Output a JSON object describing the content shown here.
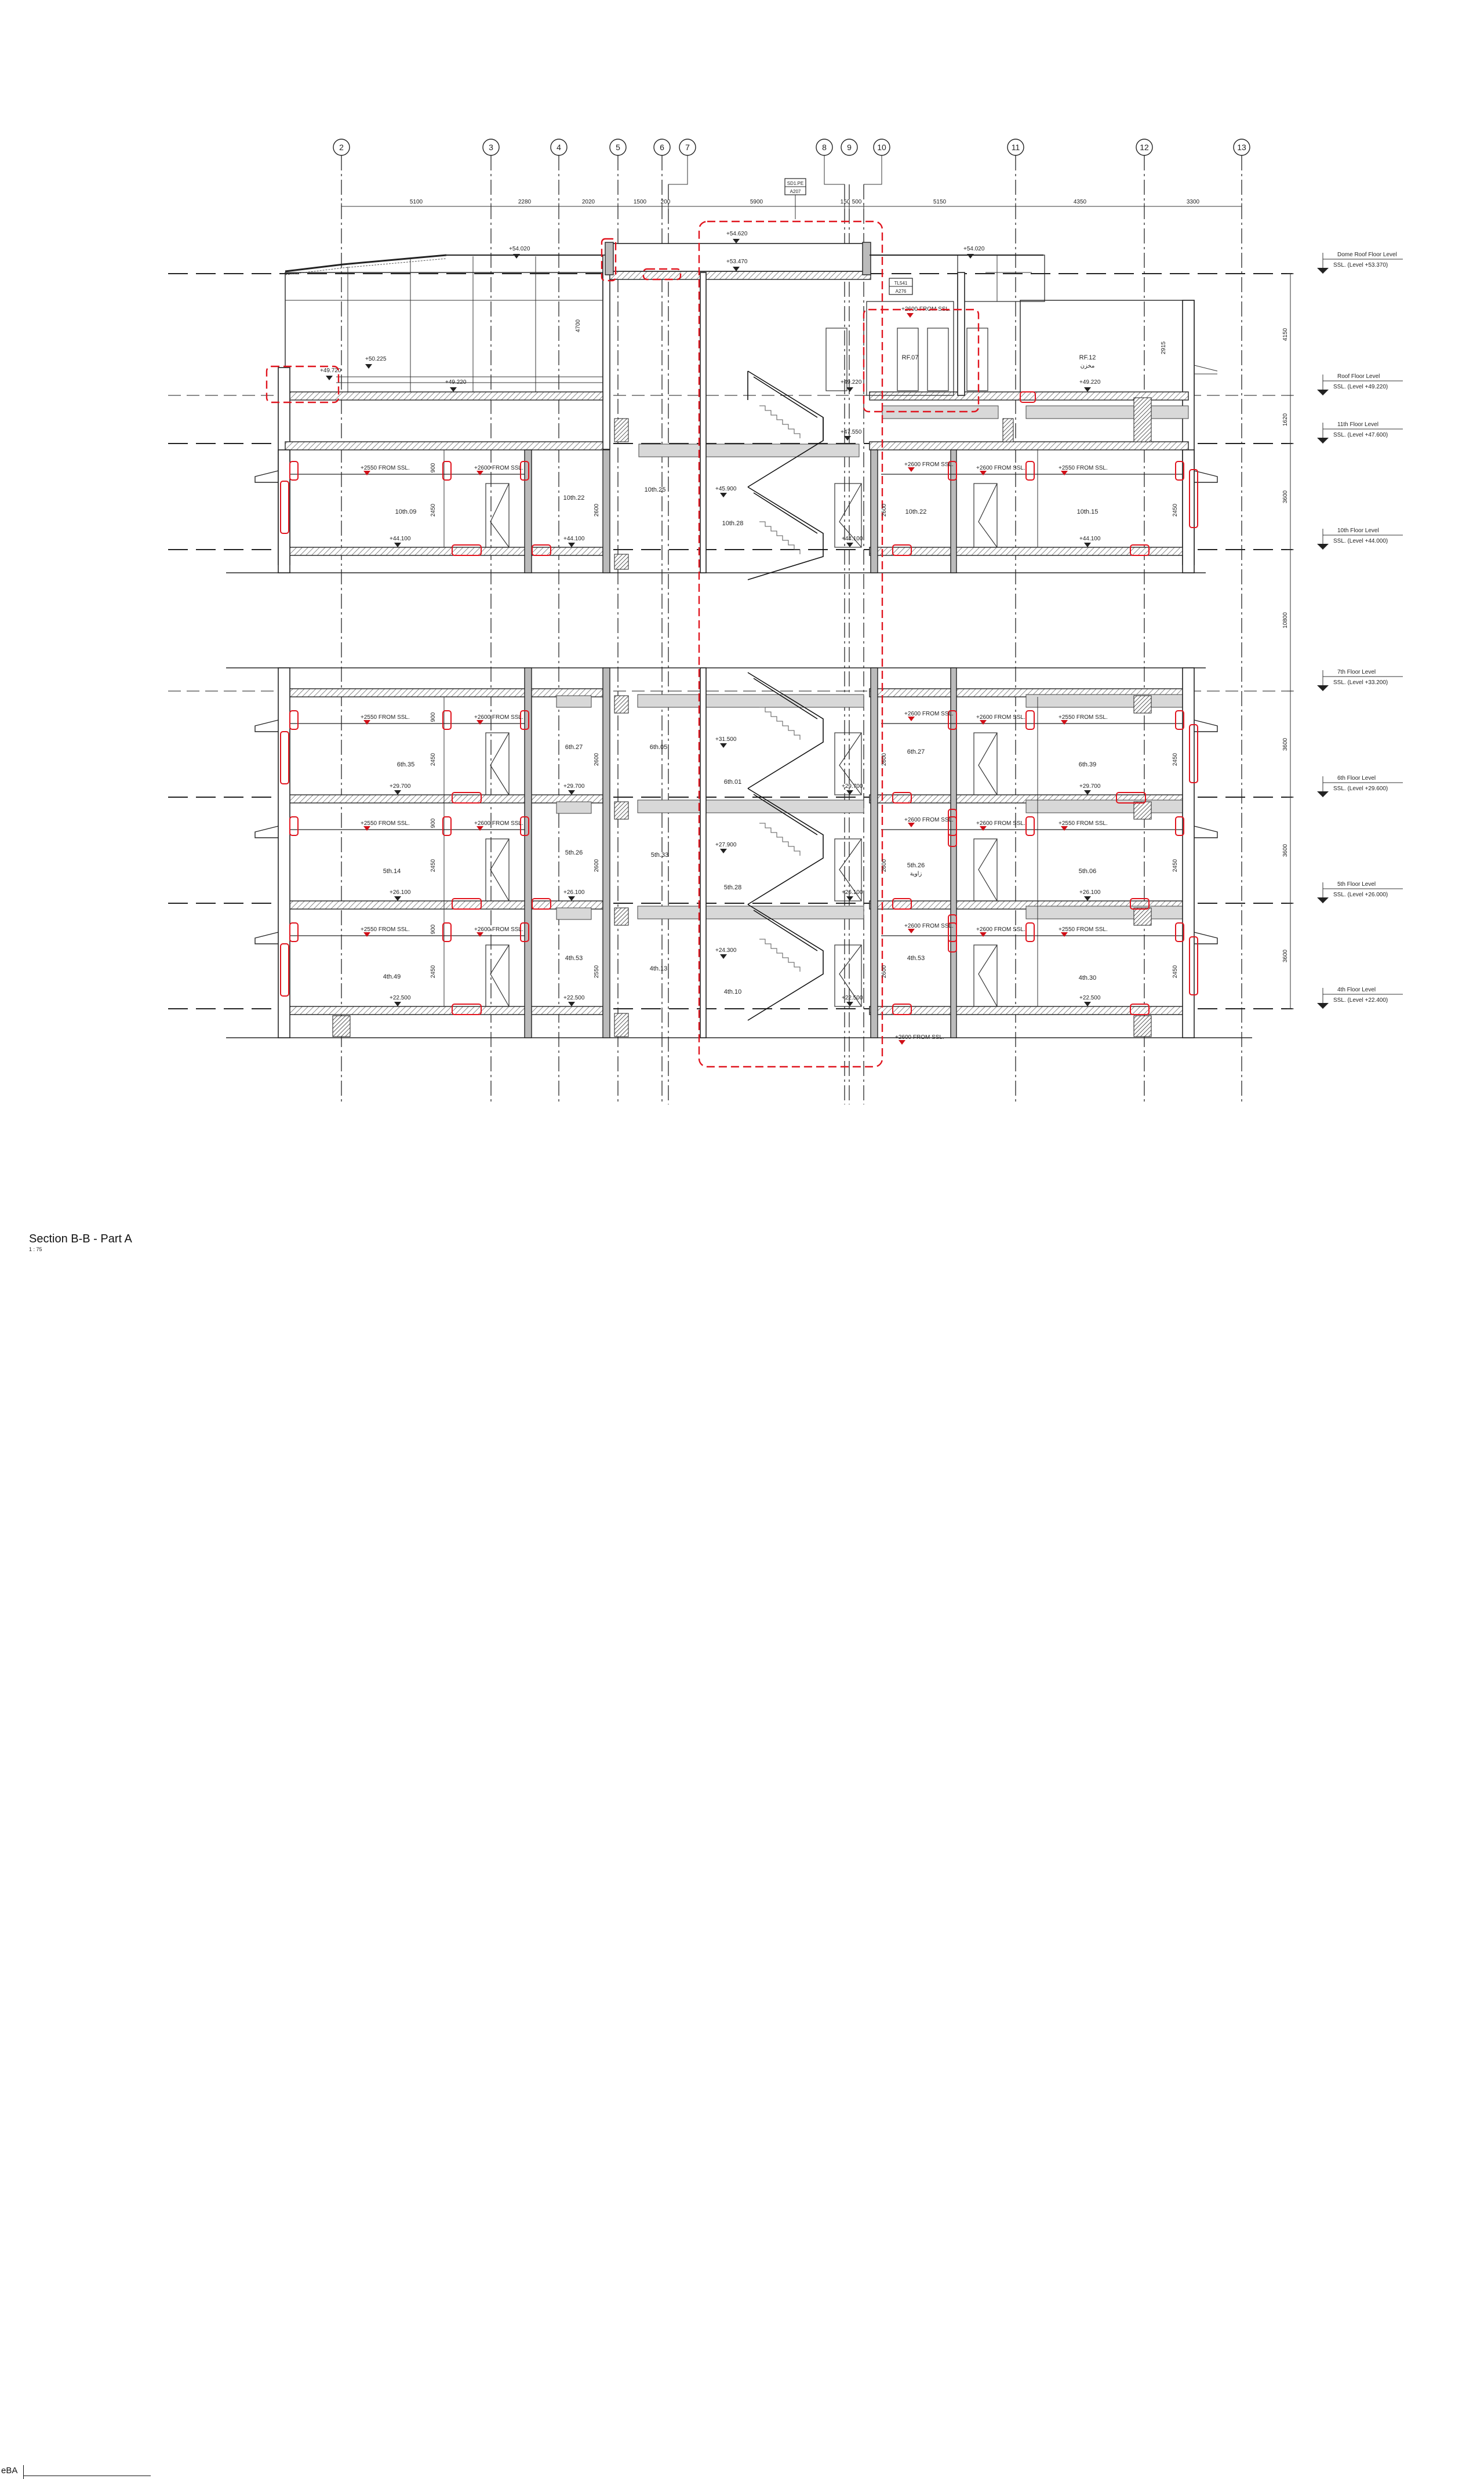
{
  "title": {
    "prefix": "eBA",
    "name": "Section B-B - Part A",
    "scale": "1 : 75"
  },
  "grid": [
    "2",
    "3",
    "4",
    "5",
    "6",
    "7",
    "8",
    "9",
    "10",
    "11",
    "12",
    "13"
  ],
  "dimensions_top": [
    "5100",
    "2280",
    "2020",
    "1500",
    "200",
    "5900",
    "150",
    "500",
    "5150",
    "4350",
    "3300"
  ],
  "dimensions_side": [
    "4150",
    "1620",
    "3600",
    "10800",
    "3600",
    "3600",
    "3600"
  ],
  "levels": [
    {
      "name": "Dome Roof Floor Level",
      "value": "SSL. (Level +53.370)"
    },
    {
      "name": "Roof Floor Level",
      "value": "SSL. (Level +49.220)"
    },
    {
      "name": "11th Floor Level",
      "value": "SSL. (Level +47.600)"
    },
    {
      "name": "10th Floor Level",
      "value": "SSL. (Level +44.000)"
    },
    {
      "name": "7th Floor Level",
      "value": "SSL. (Level +33.200)"
    },
    {
      "name": "6th Floor Level",
      "value": "SSL. (Level +29.600)"
    },
    {
      "name": "5th Floor Level",
      "value": "SSL. (Level +26.000)"
    },
    {
      "name": "4th Floor Level",
      "value": "SSL. (Level +22.400)"
    }
  ],
  "tags": {
    "t1": "SD1.PE",
    "t2": "A207",
    "t3": "TL541",
    "t4": "A276"
  },
  "spot_levels": {
    "s54020": "+54.020",
    "s54620": "+54.620",
    "s53470": "+53.470",
    "s50225": "+50.225",
    "s49720": "+49.720",
    "s49220": "+49.220",
    "s49220b": "+49.220",
    "s49220c": "+49.220",
    "s47550": "+47.550",
    "s45900": "+45.900",
    "s44100": "+44.100",
    "s44100b": "+44.100",
    "s44100c": "+44.100",
    "s44100d": "+44.100",
    "s31500": "+31.500",
    "s29700": "+29.700",
    "s29700b": "+29.700",
    "s29700c": "+29.700",
    "s29700d": "+29.700",
    "s27900": "+27.900",
    "s26100": "+26.100",
    "s26100b": "+26.100",
    "s26100c": "+26.100",
    "s26100d": "+26.100",
    "s24300": "+24.300",
    "s22500": "+22.500",
    "s22500b": "+22.500",
    "s22500c": "+22.500",
    "s22500d": "+22.500"
  },
  "notes": {
    "n2600_top": "+2600 FROM SSL.",
    "n2550": "+2550 FROM SSL.",
    "n2600": "+2600 FROM SSL."
  },
  "rooms": {
    "rf07": "RF.07",
    "rf12": "RF.12",
    "rf12ar": "مخزن",
    "r10_09": "10th.09",
    "r10_22a": "10th.22",
    "r10_25": "10th.25",
    "r10_28": "10th.28",
    "r10_22b": "10th.22",
    "r10_15": "10th.15",
    "r6_35": "6th.35",
    "r6_27a": "6th.27",
    "r6_05": "6th.05",
    "r6_01": "6th.01",
    "r6_27b": "6th.27",
    "r6_39": "6th.39",
    "r5_14": "5th.14",
    "r5_26a": "5th.26",
    "r5_33": "5th.33",
    "r5_28": "5th.28",
    "r5_26b": "5th.26",
    "r5_26ar": "زاوية",
    "r5_06": "5th.06",
    "r4_49": "4th.49",
    "r4_53a": "4th.53",
    "r4_13": "4th.13",
    "r4_10": "4th.10",
    "r4_53b": "4th.53",
    "r4_30": "4th.30"
  },
  "small_dims": {
    "d4700": "4700",
    "d2915": "2915",
    "d900": "900",
    "d2450": "2450",
    "d2600": "2600",
    "d2550": "2550"
  },
  "colors": {
    "markup": "#e0141e",
    "line": "#222222",
    "hatch": "#555555"
  }
}
